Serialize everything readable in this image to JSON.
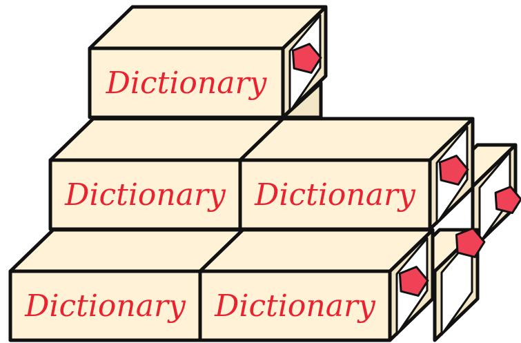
{
  "diagram": {
    "blocks": [
      {
        "label": "Dictionary",
        "row": 1,
        "col": 1
      },
      {
        "label": "Dictionary",
        "row": 2,
        "col": 1
      },
      {
        "label": "Dictionary",
        "row": 2,
        "col": 2
      },
      {
        "label": "Dictionary",
        "row": 3,
        "col": 1
      },
      {
        "label": "Dictionary",
        "row": 3,
        "col": 2
      }
    ],
    "colors": {
      "face": "#fff2d6",
      "side": "#f3e6c6",
      "outline": "#111111",
      "text": "#e8222f",
      "gem": "#ef4257"
    },
    "icon": "pentagon-gem-icon"
  }
}
